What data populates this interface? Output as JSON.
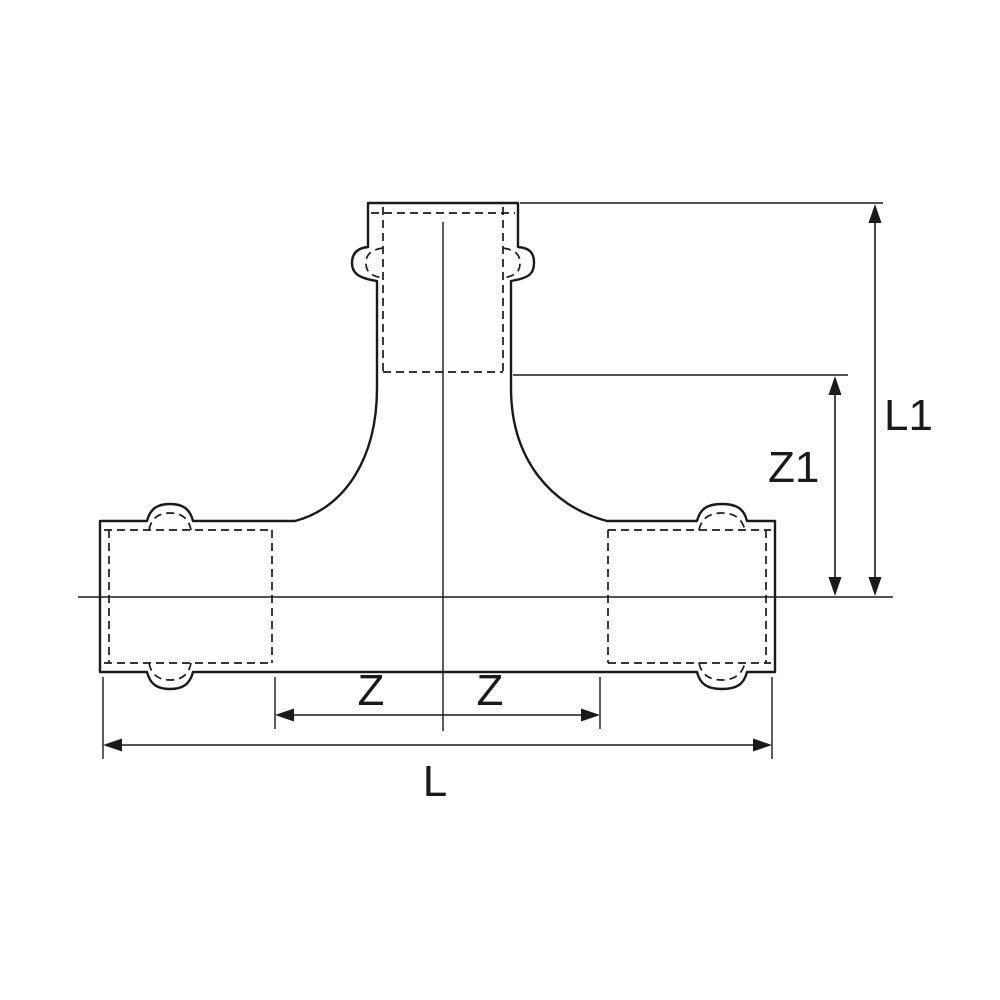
{
  "colors": {
    "line": "#1a1a1a",
    "background": "#ffffff"
  },
  "labels": {
    "l1": "L1",
    "z1": "Z1",
    "z_left": "Z",
    "z_right": "Z",
    "l": "L"
  }
}
